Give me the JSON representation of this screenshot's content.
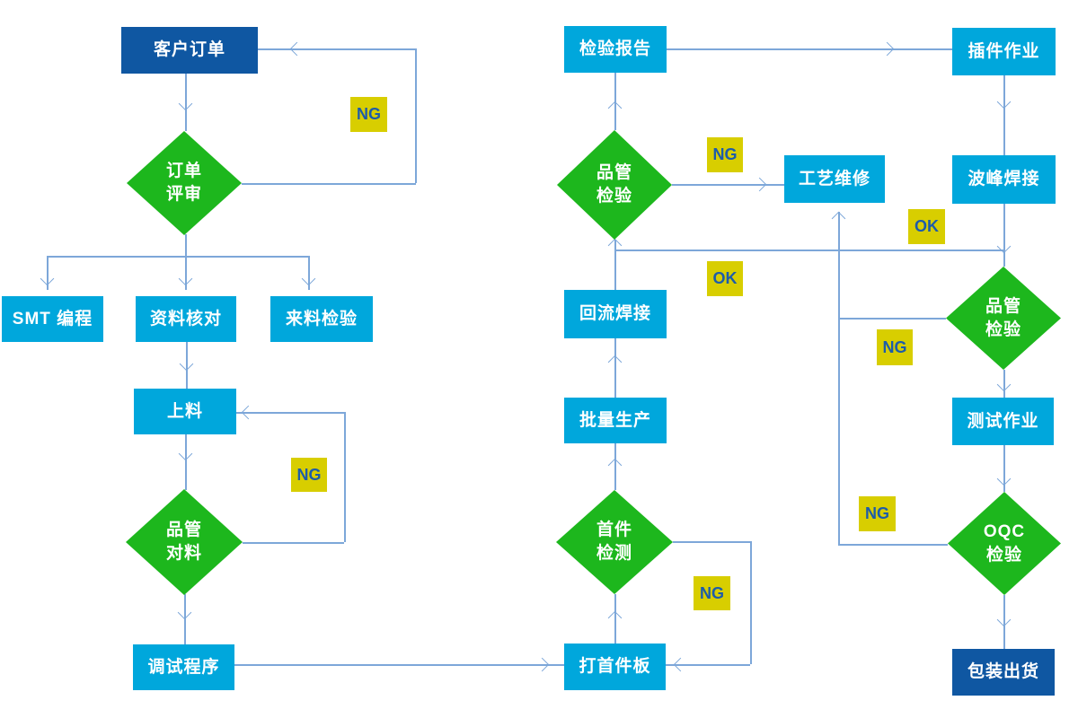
{
  "colors": {
    "terminal": "#0f57a2",
    "process": "#00a7dc",
    "decision": "#1db71d",
    "tag_bg": "#d8ce00",
    "tag_text": "#1c5cab",
    "line": "#7da7d9",
    "node_text": "#ffffff"
  },
  "nodes": {
    "customer_order": {
      "label": "客户订单"
    },
    "order_review": {
      "label": "订单\n评审"
    },
    "smt_programming": {
      "label": "SMT 编程"
    },
    "data_check": {
      "label": "资料核对"
    },
    "incoming_inspection": {
      "label": "来料检验"
    },
    "loading": {
      "label": "上料"
    },
    "qc_material_check": {
      "label": "品管\n对料"
    },
    "debug_program": {
      "label": "调试程序"
    },
    "first_board": {
      "label": "打首件板"
    },
    "first_article_inspection": {
      "label": "首件\n检测"
    },
    "batch_production": {
      "label": "批量生产"
    },
    "reflow_soldering": {
      "label": "回流焊接"
    },
    "qc_inspection_mid": {
      "label": "品管\n检验"
    },
    "inspection_report": {
      "label": "检验报告"
    },
    "process_repair": {
      "label": "工艺维修"
    },
    "plugin_operation": {
      "label": "插件作业"
    },
    "wave_soldering": {
      "label": "波峰焊接"
    },
    "qc_inspection_right": {
      "label": "品管\n检验"
    },
    "test_operation": {
      "label": "测试作业"
    },
    "oqc_inspection": {
      "label": "OQC\n检验"
    },
    "packing_shipping": {
      "label": "包装出货"
    }
  },
  "tags": {
    "ng_order_review": "NG",
    "ng_qc_material": "NG",
    "ng_qc_mid": "NG",
    "ng_first_article": "NG",
    "ng_qc_right": "NG",
    "ng_oqc": "NG",
    "ok_mid": "OK",
    "ok_right": "OK"
  }
}
